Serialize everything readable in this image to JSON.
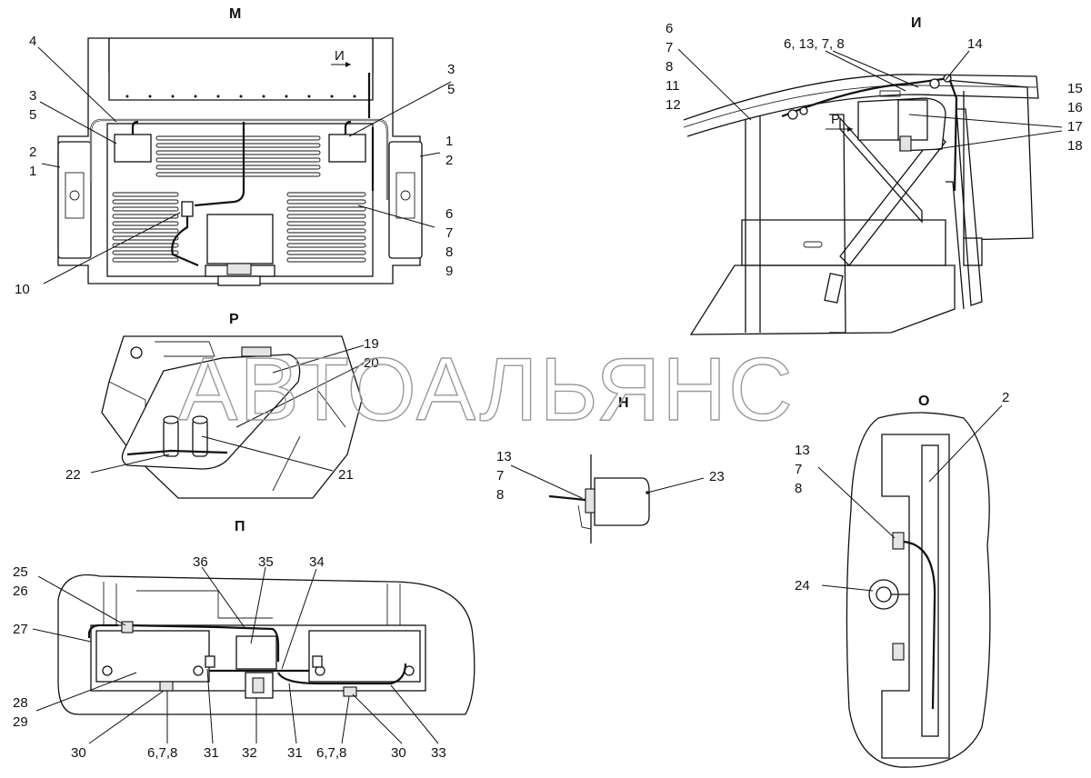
{
  "watermark": "АВТОАЛЬЯНС",
  "views": {
    "M": {
      "title": "М",
      "arrow_label": "И",
      "labels": [
        "4",
        "3",
        "5",
        "3",
        "5",
        "2",
        "1",
        "1",
        "2",
        "6",
        "7",
        "8",
        "9",
        "10"
      ]
    },
    "I": {
      "title": "И",
      "arrow_label": "Р",
      "labels": [
        "6",
        "7",
        "8",
        "11",
        "12",
        "6, 13, 7, 8",
        "14",
        "15",
        "16",
        "17",
        "18"
      ]
    },
    "R": {
      "title": "Р",
      "labels": [
        "19",
        "20",
        "22",
        "21"
      ]
    },
    "N": {
      "title": "Н",
      "labels": [
        "13",
        "7",
        "8",
        "23"
      ]
    },
    "O": {
      "title": "О",
      "labels": [
        "2",
        "13",
        "7",
        "8",
        "24"
      ]
    },
    "P": {
      "title": "П",
      "labels": [
        "25",
        "26",
        "27",
        "28",
        "29",
        "36",
        "35",
        "34",
        "30",
        "6,7,8",
        "31",
        "32",
        "31",
        "6,7,8",
        "30",
        "33"
      ]
    }
  },
  "colors": {
    "ink": "#111111",
    "watermark": "#9a9a9a",
    "paper": "#ffffff"
  }
}
